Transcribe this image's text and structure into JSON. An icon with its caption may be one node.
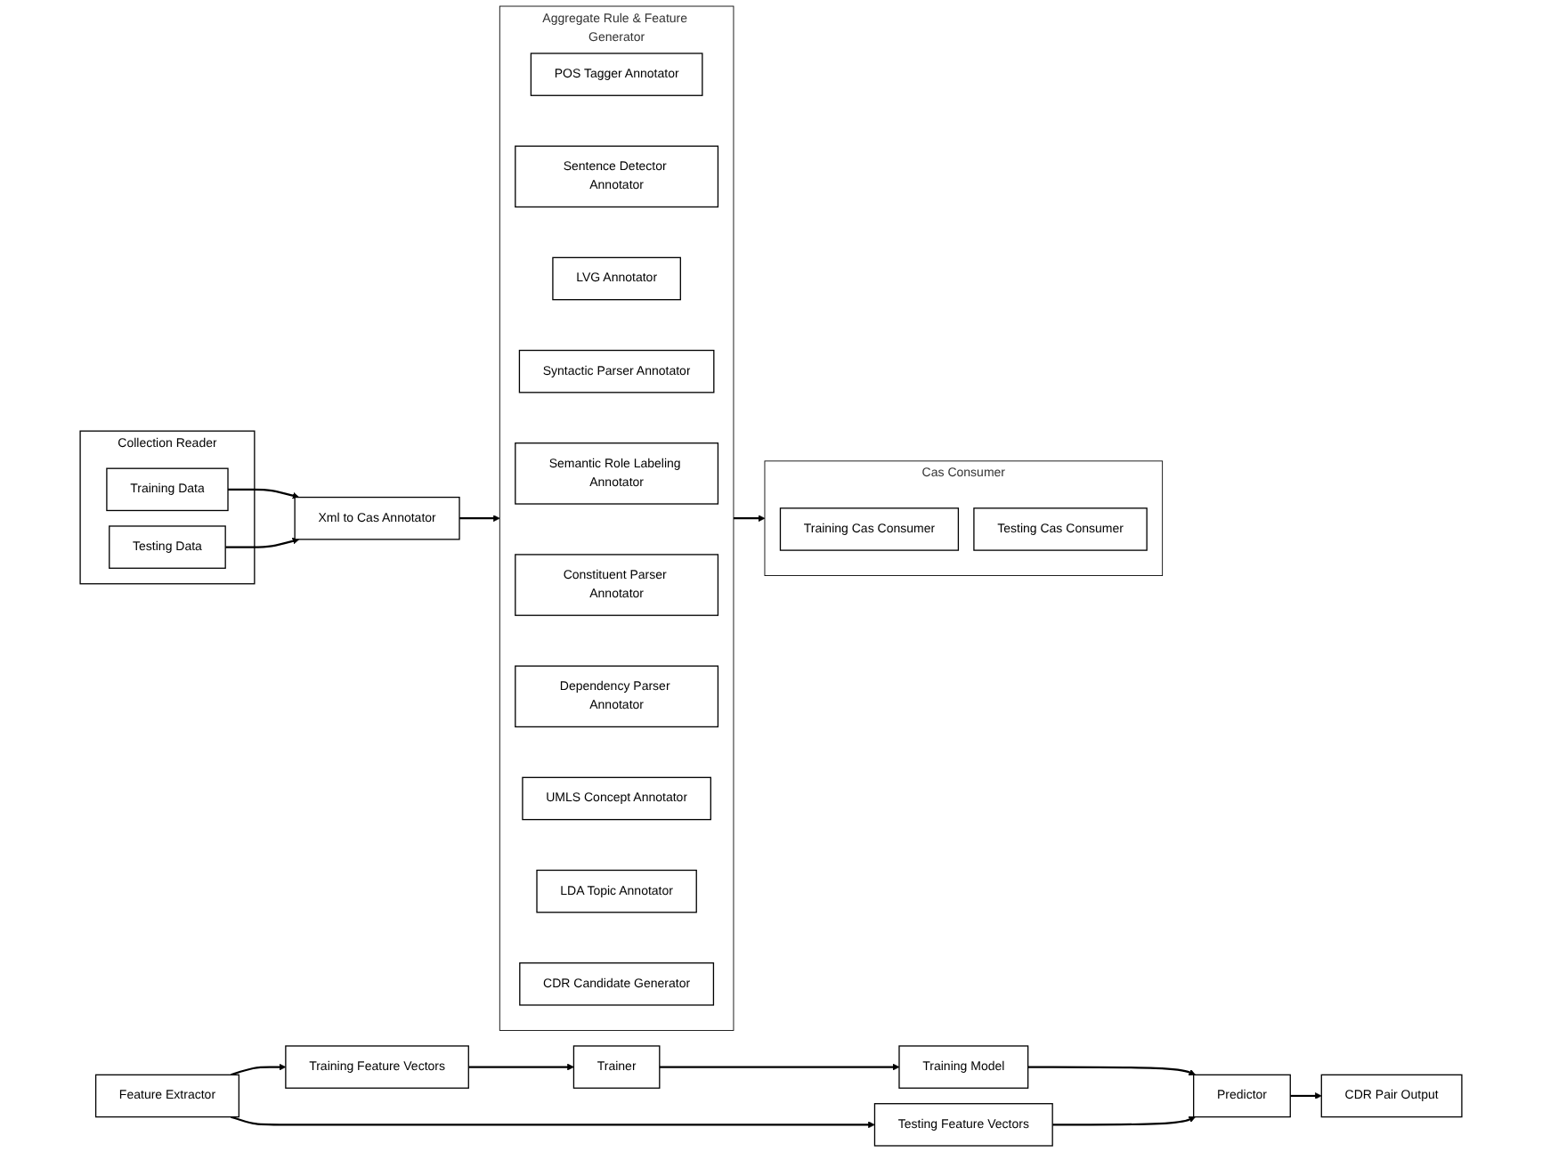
{
  "diagram": {
    "nodes": [
      {
        "text": [
          "Collection Reader"
        ]
      },
      {
        "text": [
          "Training Data"
        ],
        "in": 0
      },
      {
        "text": [
          "Testing Data"
        ],
        "in": 0
      },
      {
        "text": [
          "Xml to Cas Annotator"
        ]
      },
      {
        "text": [
          "Aggregate Rule & Feature Generator"
        ]
      },
      {
        "text": [
          "POS Tagger Annotator"
        ],
        "in": 4
      },
      {
        "text": [
          "Sentence Detector Annotator"
        ],
        "in": 4
      },
      {
        "text": [
          "LVG Annotator"
        ],
        "in": 4
      },
      {
        "text": [
          "Syntactic Parser Annotator"
        ],
        "in": 4
      },
      {
        "text": [
          "Semantic Role Labeling Annotator"
        ],
        "in": 4
      },
      {
        "text": [
          "Constituent Parser Annotator"
        ],
        "in": 4
      },
      {
        "text": [
          "Dependency Parser Annotator"
        ],
        "in": 4
      },
      {
        "text": [
          "UMLS Concept Annotator"
        ],
        "in": 4
      },
      {
        "text": [
          "LDA Topic Annotator"
        ],
        "in": 4
      },
      {
        "text": [
          "CDR Candidate Generator"
        ],
        "in": 4
      },
      {
        "text": [
          "Cas Consumer"
        ]
      },
      {
        "text": [
          "Training Cas Consumer"
        ],
        "in": 15
      },
      {
        "text": [
          "Testing Cas Consumer"
        ],
        "in": 15
      },
      {
        "text": [
          "Feature Extractor"
        ]
      },
      {
        "text": [
          "Training Feature Vectors"
        ]
      },
      {
        "text": [
          "Testing Feature Vectors"
        ]
      },
      {
        "text": [
          "Trainer"
        ]
      },
      {
        "text": [
          "Training Model"
        ]
      },
      {
        "text": [
          "Predictor"
        ]
      },
      {
        "text": [
          "CDR Pair Output"
        ]
      }
    ],
    "edges": [
      {
        "from": 1,
        "to": 3,
        "arrow": "to"
      },
      {
        "from": 2,
        "to": 3,
        "arrow": "to"
      },
      {
        "from": 3,
        "to": 4,
        "arrow": "to"
      },
      {
        "from": 4,
        "to": 15,
        "arrow": "to"
      },
      {
        "from": 18,
        "to": 19,
        "arrow": "to"
      },
      {
        "from": 18,
        "to": 20,
        "arrow": "to"
      },
      {
        "from": 19,
        "to": 21,
        "arrow": "to"
      },
      {
        "from": 21,
        "to": 22,
        "arrow": "to"
      },
      {
        "from": 22,
        "to": 23,
        "arrow": "to"
      },
      {
        "from": 20,
        "to": 23,
        "arrow": "to"
      },
      {
        "from": 23,
        "to": 24,
        "arrow": "to"
      }
    ]
  }
}
